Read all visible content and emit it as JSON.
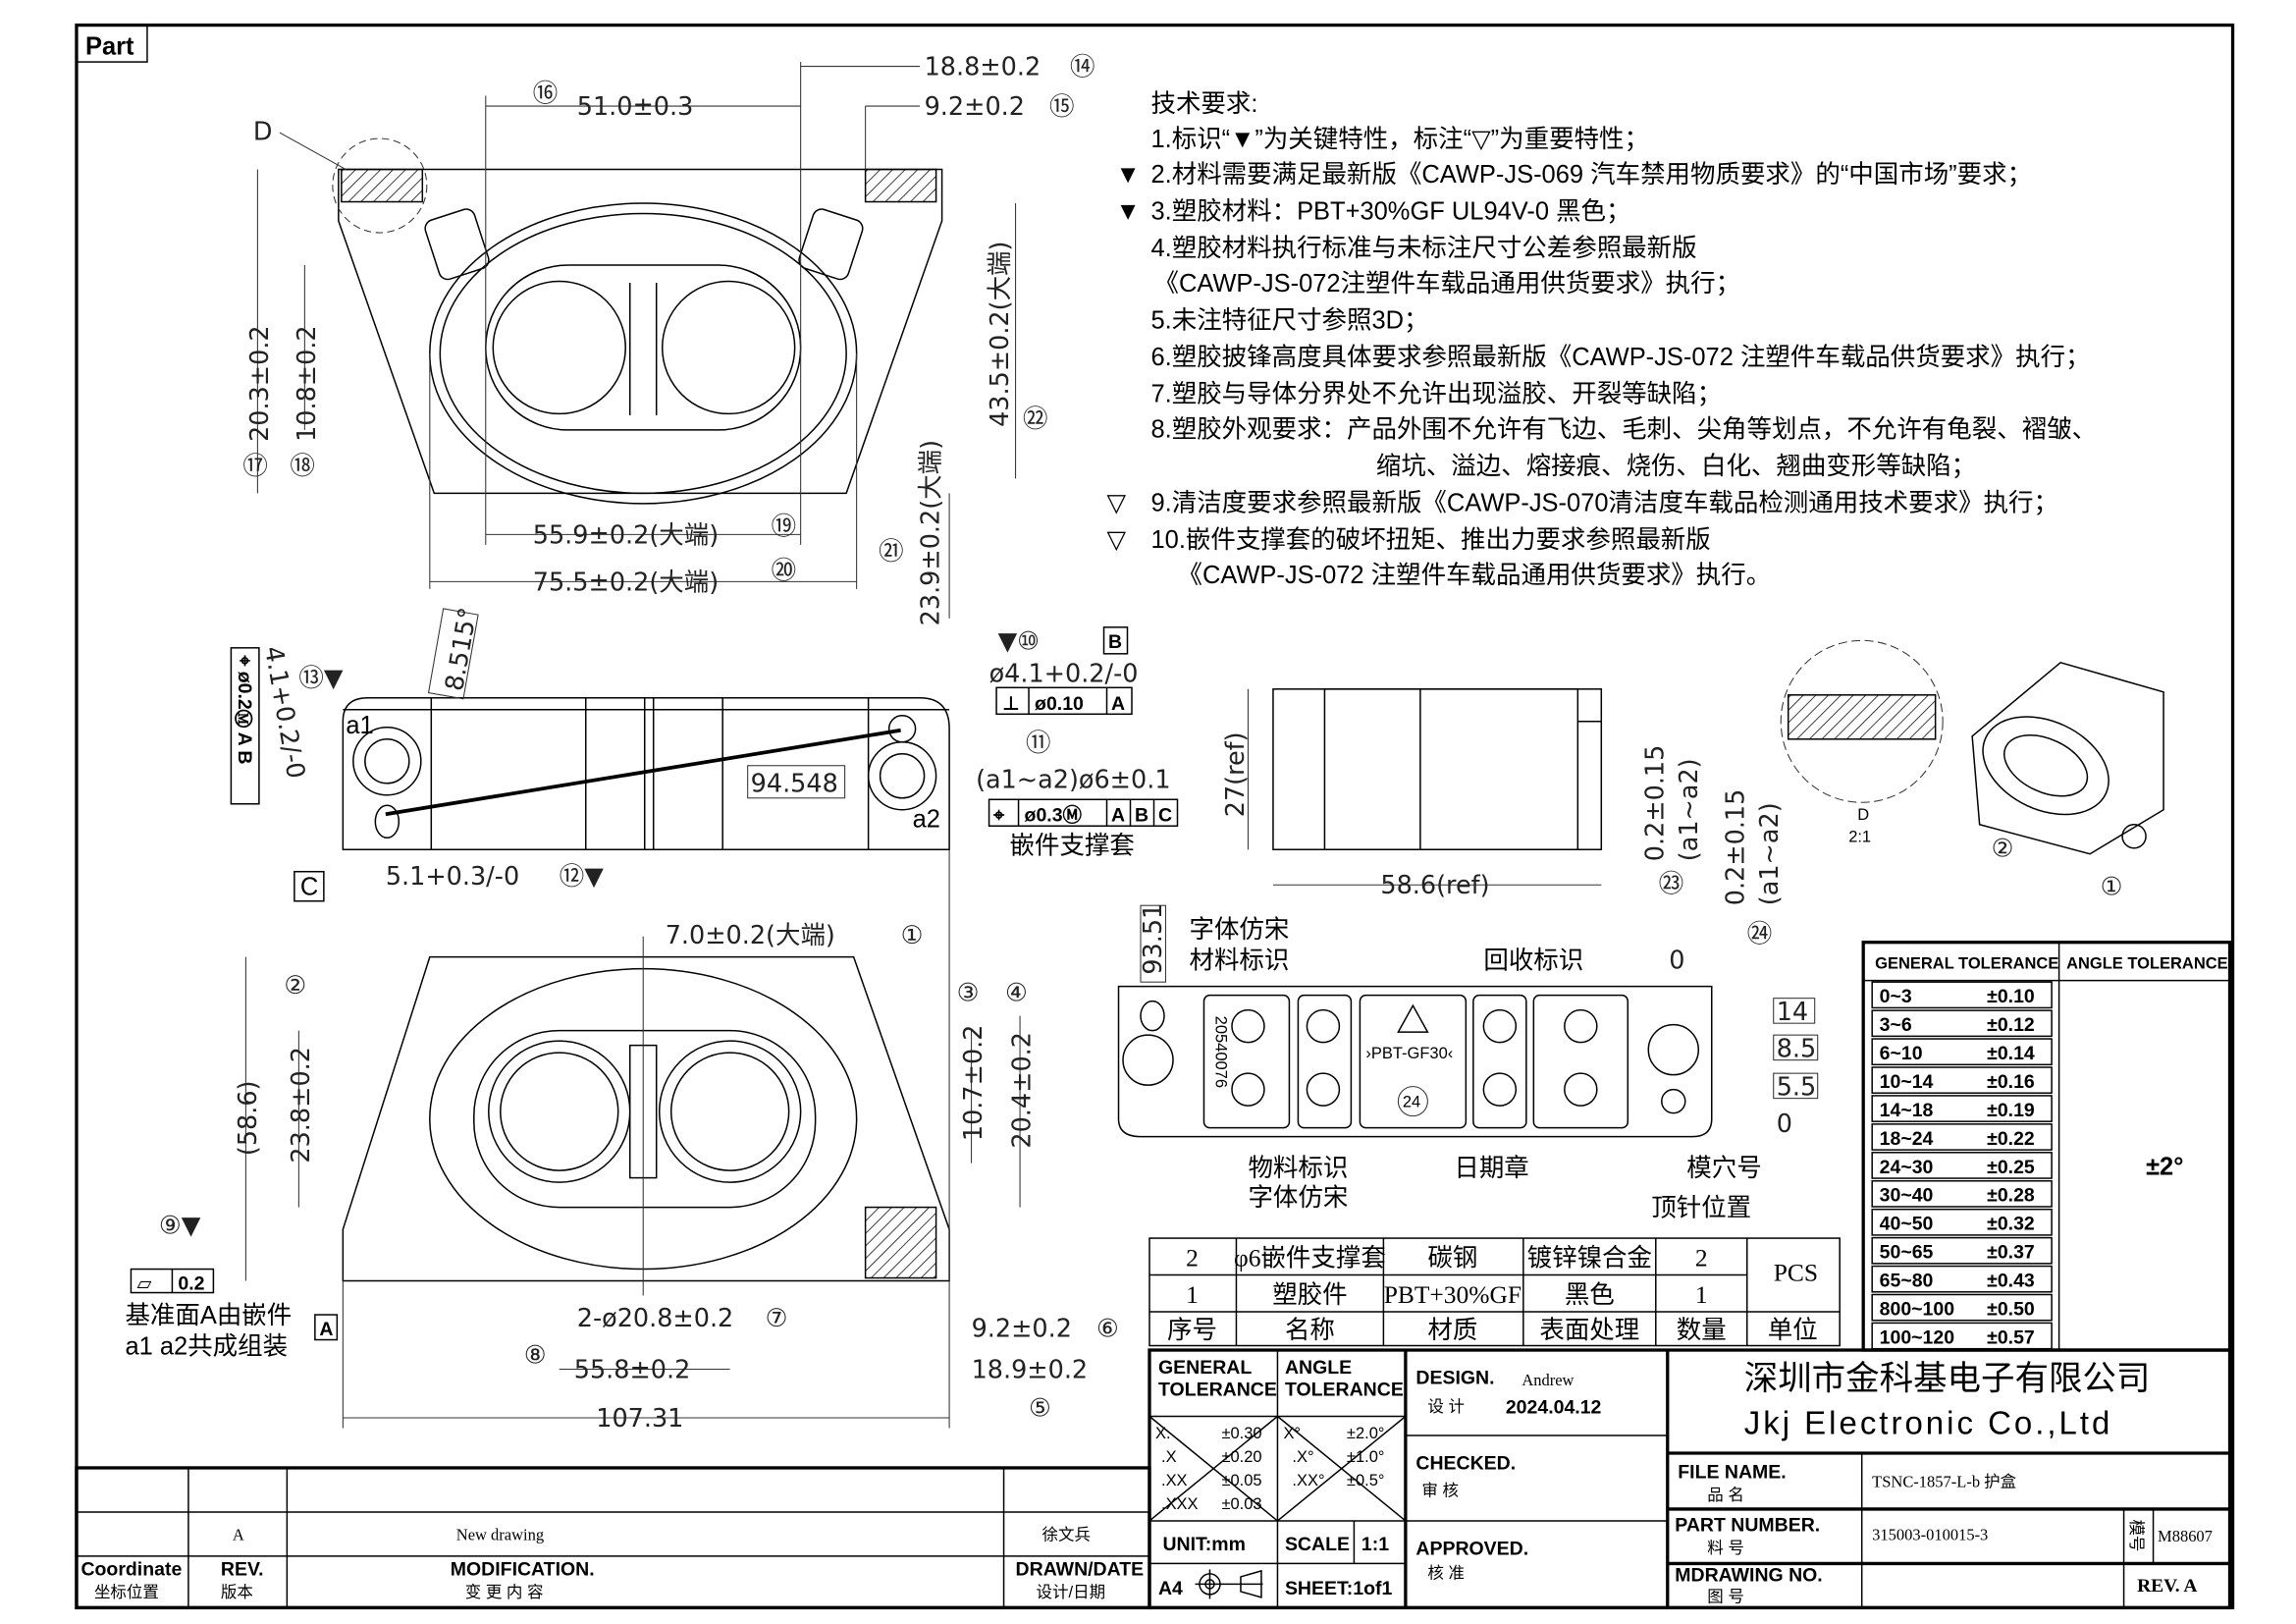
{
  "part_tab": "Part",
  "tech": {
    "title": "技术要求:",
    "lines": [
      "1.标识“▼”为关键特性，标注“▽”为重要特性；",
      "2.材料需要满足最新版《CAWP-JS-069 汽车禁用物质要求》的“中国市场”要求；",
      "3.塑胶材料：PBT+30%GF UL94V-0 黑色；",
      "4.塑胶材料执行标准与未标注尺寸公差参照最新版",
      "《CAWP-JS-072注塑件车载品通用供货要求》执行；",
      "5.未注特征尺寸参照3D；",
      "6.塑胶披锋高度具体要求参照最新版《CAWP-JS-072 注塑件车载品供货要求》执行；",
      "7.塑胶与导体分界处不允许出现溢胶、开裂等缺陷；",
      "8.塑胶外观要求：产品外围不允许有飞边、毛刺、尖角等划点，不允许有龟裂、褶皱、",
      "缩坑、溢边、熔接痕、烧伤、白化、翘曲变形等缺陷；",
      "9.清洁度要求参照最新版《CAWP-JS-070清洁度车载品检测通用技术要求》执行；",
      "10.嵌件支撑套的破坏扭矩、推出力要求参照最新版",
      "《CAWP-JS-072 注塑件车载品通用供货要求》执行。"
    ],
    "key_mark": "▼",
    "important_mark": "▽"
  },
  "top_view": {
    "detail_label": "D",
    "d_51": "51.0±0.3",
    "c16": "⑯",
    "d_188": "18.8±0.2",
    "c14": "⑭",
    "d_92": "9.2±0.2",
    "c15": "⑮",
    "d_203": "20.3±0.2",
    "c17": "⑰",
    "d_108": "10.8±0.2",
    "c18": "⑱",
    "d_435": "43.5±0.2(大端)",
    "c22": "㉒",
    "d_559": "55.9±0.2(大端)",
    "c19": "⑲",
    "d_755": "75.5±0.2(大端)",
    "c20": "⑳",
    "d_239": "23.9±0.2(大端)",
    "c21": "㉑"
  },
  "side_view": {
    "a1": "a1",
    "a2": "a2",
    "d_94548": "94.548",
    "angle": "8.515°",
    "c10": "▼⑩",
    "datum_b": "B",
    "hole": "ø4.1+0.2/-0",
    "perp_sym": "⊥",
    "perp_tol": "ø0.10",
    "perp_ref": "A",
    "c11": "⑪",
    "insert_dim": "(a1~a2)ø6±0.1",
    "pos_sym": "⌖",
    "pos_tol": "ø0.3Ⓜ",
    "pos_refs": [
      "A",
      "B",
      "C"
    ],
    "insert_label": "嵌件支撑套",
    "left_fcf": "⌖ ø0.2Ⓜ A B",
    "d_41": "4.1+0.2/-0",
    "c13": "⑬▼",
    "datum_c": "C",
    "d_51": "5.1+0.3/-0",
    "c12": "⑫▼"
  },
  "bottom_view": {
    "d_70": "7.0±0.2(大端)",
    "c1": "①",
    "c2": "②",
    "d_238": "23.8±0.2",
    "d_586": "(58.6)",
    "c3": "③",
    "c4": "④",
    "d_107": "10.7±0.2",
    "d_204": "20.4±0.2",
    "c9": "⑨▼",
    "flat_sym": "⏥",
    "flat_tol": "0.2",
    "datum_note_1": "基准面A由嵌件",
    "datum_note_2": "a1 a2共成组装",
    "datum_a": "A",
    "d_208": "2-ø20.8±0.2",
    "c7": "⑦",
    "c8": "⑧",
    "d_558": "55.8±0.2",
    "d_10731": "107.31",
    "d_92": "9.2±0.2",
    "c6": "⑥",
    "d_189": "18.9±0.2",
    "c5": "⑤"
  },
  "front_view": {
    "d_27": "27(ref)",
    "d_586": "58.6(ref)",
    "d_023a": "0.2±0.15",
    "d_023a_sub": "(a1~a2)",
    "c23": "㉓",
    "d_023b": "0.2±0.15",
    "d_023b_sub": "(a1~a2)",
    "c24": "㉔",
    "detail_name": "D",
    "detail_scale": "2:1",
    "iso_c2": "②",
    "iso_c1": "①"
  },
  "marking_view": {
    "font_note_1": "字体仿宋",
    "material_mark": "材料标识",
    "recycle_mark": "回收标识",
    "part_mark": "物料标识",
    "font_note_2": "字体仿宋",
    "date_stamp": "日期章",
    "cavity_no": "模穴号",
    "ejector_pos": "顶针位置",
    "d_9351": "93.51",
    "material_code": "›PBT-GF30‹",
    "part_code": "20540076",
    "date_stamp_value": "24",
    "ord_top": "0",
    "ord_14": "14",
    "ord_85": "8.5",
    "ord_55": "5.5",
    "ord_0": "0"
  },
  "bom": {
    "rows": [
      [
        "2",
        "φ6嵌件支撑套",
        "碳钢",
        "镀锌镍合金",
        "2"
      ],
      [
        "1",
        "塑胶件",
        "PBT+30%GF",
        "黑色",
        "1"
      ]
    ],
    "unit": "PCS",
    "headers": [
      "序号",
      "名称",
      "材质",
      "表面处理",
      "数量",
      "单位"
    ]
  },
  "tolerance_table": {
    "header_general": "GENERAL TOLERANCE",
    "header_angle": "ANGLE TOLERANCE",
    "rows": [
      [
        "0~3",
        "±0.10"
      ],
      [
        "3~6",
        "±0.12"
      ],
      [
        "6~10",
        "±0.14"
      ],
      [
        "10~14",
        "±0.16"
      ],
      [
        "14~18",
        "±0.19"
      ],
      [
        "18~24",
        "±0.22"
      ],
      [
        "24~30",
        "±0.25"
      ],
      [
        "30~40",
        "±0.28"
      ],
      [
        "40~50",
        "±0.32"
      ],
      [
        "50~65",
        "±0.37"
      ],
      [
        "65~80",
        "±0.43"
      ],
      [
        "800~100",
        "±0.50"
      ],
      [
        "100~120",
        "±0.57"
      ]
    ],
    "angle_value": "±2°"
  },
  "title_block": {
    "general_tol_1": "GENERAL",
    "general_tol_2": "TOLERANCE",
    "angle_tol_1": "ANGLE",
    "angle_tol_2": "TOLERANCE",
    "gen_rows": [
      [
        "X.",
        "±0.30"
      ],
      [
        ".X",
        "±0.20"
      ],
      [
        ".XX",
        "±0.05"
      ],
      [
        ".XXX",
        "±0.03"
      ]
    ],
    "ang_rows": [
      [
        "X°",
        "±2.0°"
      ],
      [
        ".X°",
        "±1.0°"
      ],
      [
        ".XX°",
        "±0.5°"
      ]
    ],
    "unit": "UNIT:mm",
    "scale_label": "SCALE",
    "scale_value": "1:1",
    "paper": "A4",
    "sheet": "SHEET:1of1",
    "design_label": "DESIGN.",
    "design_cn": "设 计",
    "designer": "Andrew",
    "design_date": "2024.04.12",
    "checked_label": "CHECKED.",
    "checked_cn": "审 核",
    "approved_label": "APPROVED.",
    "approved_cn": "核 准",
    "company_cn": "深圳市金科基电子有限公司",
    "company_en": "Jkj Electronic Co.,Ltd",
    "file_name_label": "FILE NAME.",
    "file_name_cn": "品 名",
    "file_name": "TSNC-1857-L-b 护盒",
    "part_number_label": "PART NUMBER.",
    "part_number_cn": "料 号",
    "part_number": "315003-010015-3",
    "mold_label": "模号",
    "mold_no": "M88607",
    "drawing_no_label": "MDRAWING NO.",
    "drawing_no_cn": "图 号",
    "rev": "REV. A"
  },
  "revision": {
    "rev": "A",
    "modification": "New drawing",
    "drawn": "徐文兵",
    "col_coord": "Coordinate",
    "col_coord_cn": "坐标位置",
    "col_rev": "REV.",
    "col_rev_cn": "版本",
    "col_mod": "MODIFICATION.",
    "col_mod_cn": "变 更 内 容",
    "col_drawn": "DRAWN/DATE",
    "col_drawn_cn": "设计/日期"
  }
}
